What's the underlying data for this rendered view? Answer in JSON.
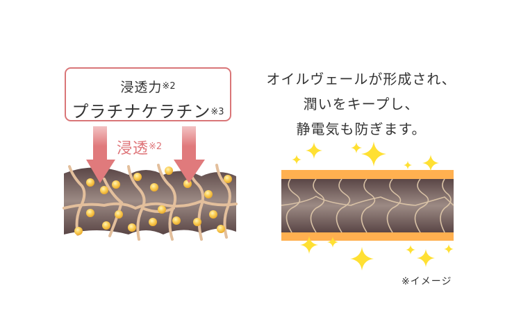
{
  "left_panel": {
    "callout": {
      "line1": "浸透力",
      "line1_note": "※2",
      "line2": "プラチナケラチン",
      "line2_note": "※3"
    },
    "penetration_label": "浸透",
    "penetration_note": "※2",
    "illustration": "damaged-hair-cross-section-with-ingredient-particles"
  },
  "right_panel": {
    "description_lines": [
      "オイルヴェールが形成され、",
      "潤いをキープし、",
      "静電気も防ぎます。"
    ],
    "illustration": "hair-coated-with-oil-veil-and-sparkles",
    "image_note": "※イメージ"
  },
  "colors": {
    "accent_pink": "#d97577",
    "arrow_pink": "#e07a7c",
    "hair_dark": "#5a4646",
    "hair_light": "#9a8680",
    "crack_tan": "#e8c4a0",
    "particle_yellow": "#f5c443",
    "oil_orange": "#ffb050",
    "sparkle_yellow": "#ffe033",
    "text_dark": "#333333"
  }
}
